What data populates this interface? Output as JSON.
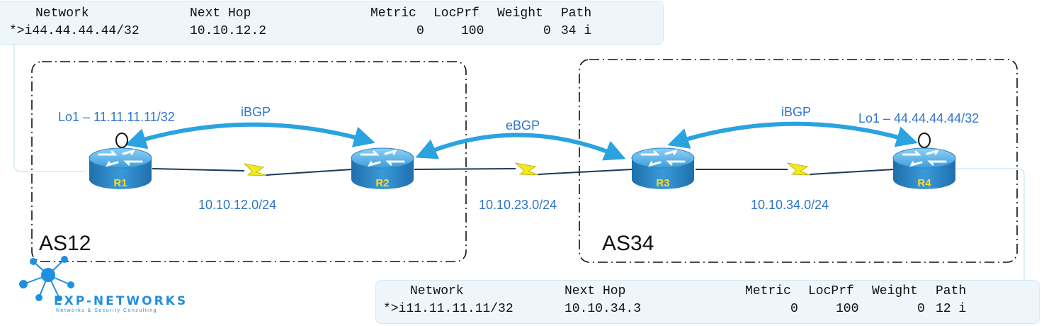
{
  "top_table": {
    "headers": {
      "network": "Network",
      "next_hop": "Next Hop",
      "metric": "Metric",
      "locprf": "LocPrf",
      "weight": "Weight",
      "path": "Path"
    },
    "row": {
      "network": "*>i44.44.44.44/32",
      "next_hop": "10.10.12.2",
      "metric": "0",
      "locprf": "100",
      "weight": "0",
      "path": "34 i"
    }
  },
  "bottom_table": {
    "headers": {
      "network": "Network",
      "next_hop": "Next Hop",
      "metric": "Metric",
      "locprf": "LocPrf",
      "weight": "Weight",
      "path": "Path"
    },
    "row": {
      "network": "*>i11.11.11.11/32",
      "next_hop": "10.10.34.3",
      "metric": "0",
      "locprf": "100",
      "weight": "0",
      "path": "12 i"
    }
  },
  "routers": {
    "r1": "R1",
    "r2": "R2",
    "r3": "R3",
    "r4": "R4"
  },
  "loopbacks": {
    "r1": "Lo1 – 11.11.11.11/32",
    "r4": "Lo1 – 44.44.44.44/32"
  },
  "sessions": {
    "left_ibgp": "iBGP",
    "ebgp": "eBGP",
    "right_ibgp": "iBGP"
  },
  "links": {
    "r1_r2": "10.10.12.0/24",
    "r2_r3": "10.10.23.0/24",
    "r3_r4": "10.10.34.0/24"
  },
  "as_labels": {
    "left": "AS12",
    "right": "AS34"
  },
  "logo": {
    "name": "EXP-NETWORKS",
    "tagline": "Networks & Security Consulting"
  },
  "colors": {
    "session_arrow": "#2aa3e0",
    "annotation_text": "#2e75c8",
    "serial_link": "#f2ea1a",
    "router_body": "#2f8fd0"
  }
}
